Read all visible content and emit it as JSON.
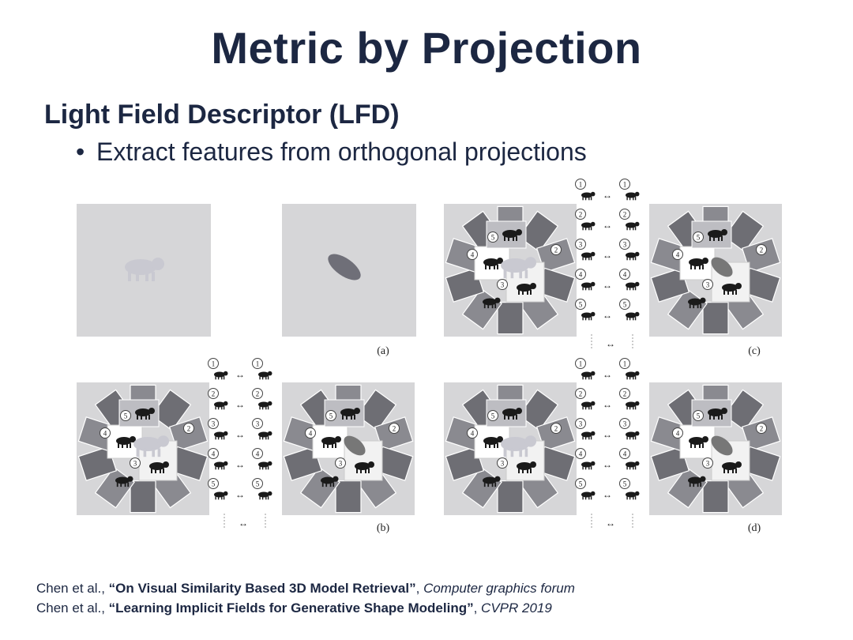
{
  "title": "Metric by Projection",
  "subtitle": "Light Field Descriptor (LFD)",
  "bullet": "Extract features from orthogonal projections",
  "figure": {
    "panel_labels": [
      "(a)",
      "(b)",
      "(c)",
      "(d)"
    ],
    "column_numbers": [
      "1",
      "2",
      "3",
      "4",
      "5"
    ],
    "camera_numbers": [
      "1",
      "2",
      "3",
      "4",
      "5"
    ],
    "arrow_symbol": "↔",
    "colors": {
      "panel_bg": "#d6d6d8",
      "dark_face": "#6e6e74",
      "silhouette": "#1a1a1a"
    }
  },
  "references": [
    {
      "authors": "Chen et al., ",
      "title_quoted": "“On Visual Similarity Based 3D Model Retrieval”",
      "venue_sep": ", ",
      "venue": "Computer graphics forum"
    },
    {
      "authors": "Chen et al., ",
      "title_quoted": "“Learning Implicit Fields for Generative Shape Modeling”",
      "venue_sep": ", ",
      "venue": "CVPR 2019"
    }
  ]
}
